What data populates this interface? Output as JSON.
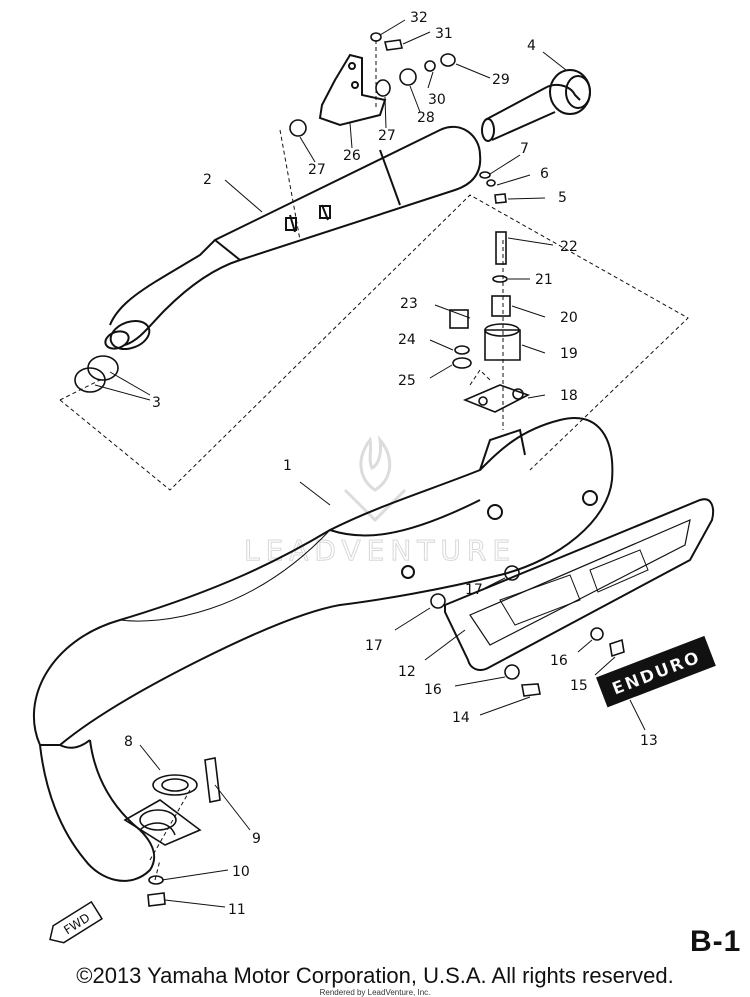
{
  "diagram": {
    "callouts": [
      "32",
      "31",
      "4",
      "29",
      "30",
      "28",
      "27",
      "26",
      "27",
      "2",
      "7",
      "6",
      "5",
      "22",
      "21",
      "20",
      "23",
      "24",
      "19",
      "25",
      "18",
      "3",
      "1",
      "17",
      "17",
      "12",
      "16",
      "16",
      "15",
      "14",
      "13",
      "8",
      "9",
      "10",
      "11"
    ],
    "badges": {
      "enduro": "ENDURO",
      "fwd": "FWD"
    },
    "watermark": "LEADVENTURE"
  },
  "section_code": "B-1",
  "footer": {
    "copyright": "©2013 Yamaha Motor Corporation, U.S.A. All rights reserved.",
    "credit": "Rendered by LeadVenture, Inc."
  },
  "colors": {
    "ink": "#111111",
    "watermark": "#dcdcdc",
    "badge": "#111111"
  }
}
